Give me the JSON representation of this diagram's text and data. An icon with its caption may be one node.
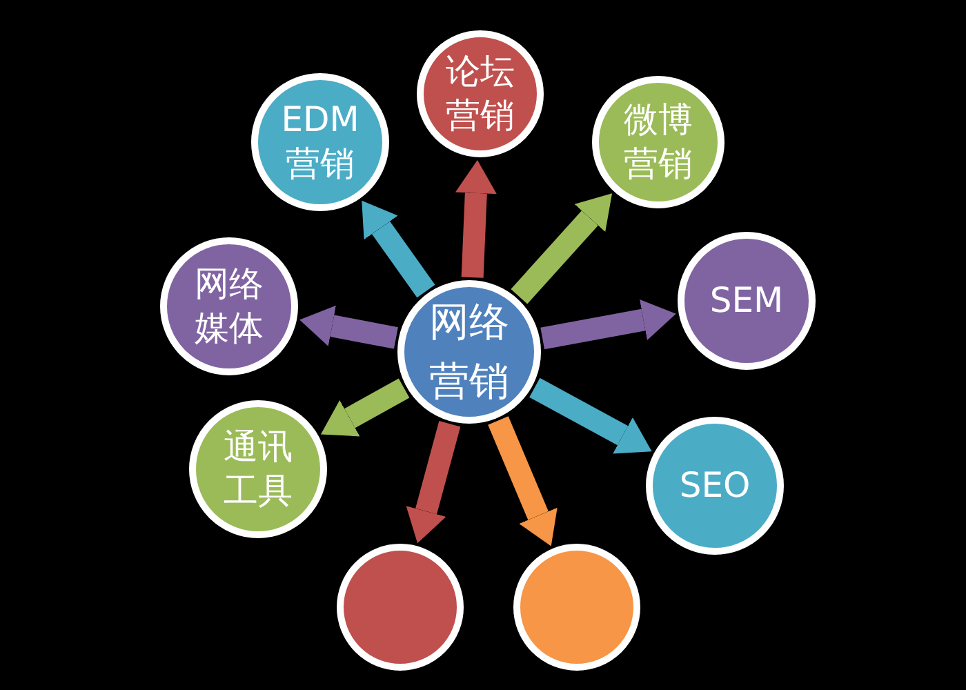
{
  "diagram": {
    "nodes": [
      {
        "text": [
          "网络营销"
        ]
      },
      {
        "text": [
          "论坛营销"
        ]
      },
      {
        "text": [
          "微博营销"
        ]
      },
      {
        "text": [
          "SEM"
        ]
      },
      {
        "text": [
          "SEO"
        ]
      },
      {
        "text": [],
        "shape": "circle"
      },
      {
        "text": [],
        "shape": "circle"
      },
      {
        "text": [
          "通讯工具"
        ]
      },
      {
        "text": [
          "网络媒体"
        ]
      },
      {
        "text": [
          "EDM营销"
        ]
      }
    ],
    "edges": [
      {
        "from": 0,
        "to": 1,
        "arrow": "to",
        "color": "#c0504d"
      },
      {
        "from": 0,
        "to": 2,
        "arrow": "to",
        "color": "#9bbb59"
      },
      {
        "from": 0,
        "to": 3,
        "arrow": "to",
        "color": "#8064a2"
      },
      {
        "from": 0,
        "to": 4,
        "arrow": "to",
        "color": "#4bacc6"
      },
      {
        "from": 0,
        "to": 5,
        "arrow": "to",
        "color": "#c0504d"
      },
      {
        "from": 0,
        "to": 6,
        "arrow": "to",
        "color": "#f79646"
      },
      {
        "from": 0,
        "to": 7,
        "arrow": "to",
        "color": "#9bbb59"
      },
      {
        "from": 0,
        "to": 8,
        "arrow": "to",
        "color": "#8064a2"
      },
      {
        "from": 0,
        "to": 9,
        "arrow": "to",
        "color": "#4bacc6"
      }
    ]
  }
}
